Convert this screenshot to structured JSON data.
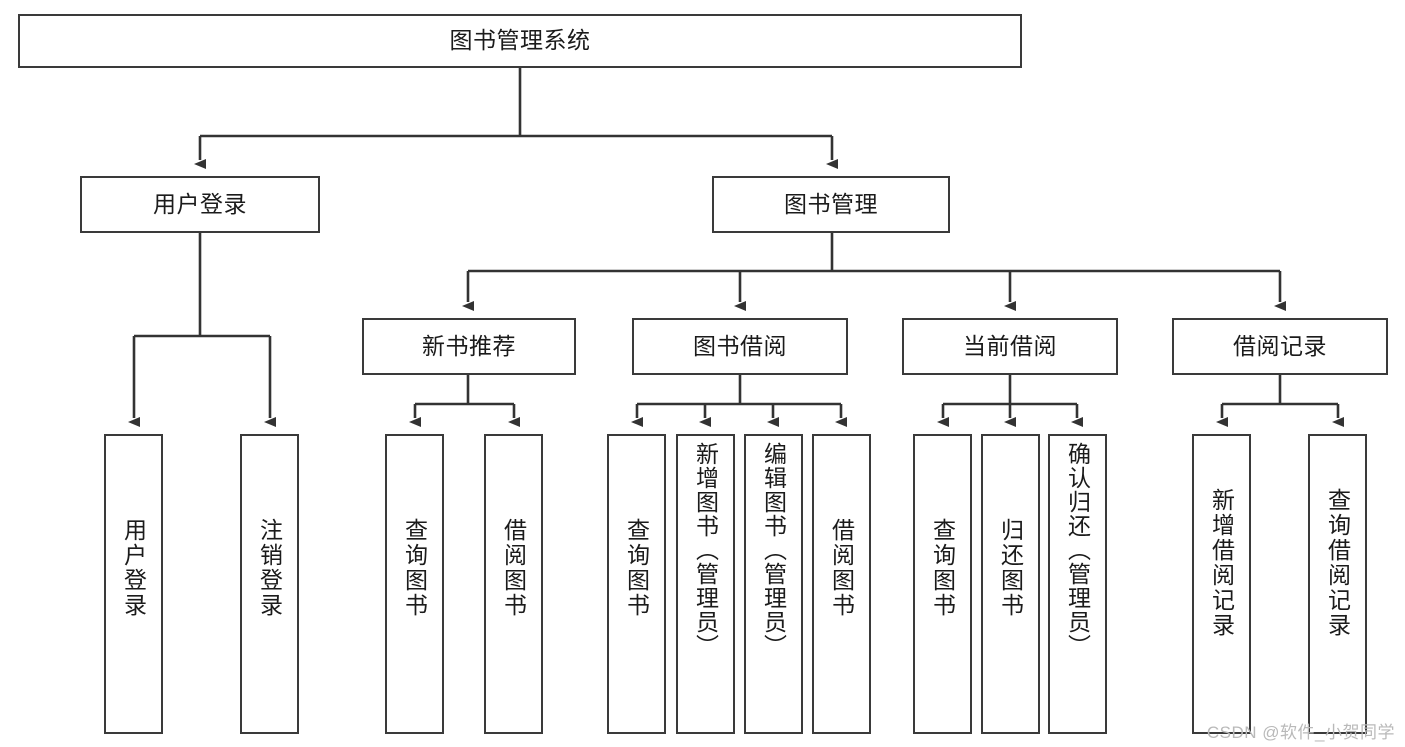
{
  "diagram": {
    "type": "tree-hierarchy",
    "title": "图书管理系统",
    "levels": 4,
    "root": {
      "id": "root",
      "label": "图书管理系统"
    },
    "level2": [
      {
        "id": "user-login",
        "label": "用户登录"
      },
      {
        "id": "book-management",
        "label": "图书管理"
      }
    ],
    "level3": [
      {
        "id": "new-book-recommend",
        "label": "新书推荐",
        "parent": "book-management"
      },
      {
        "id": "book-borrow",
        "label": "图书借阅",
        "parent": "book-management"
      },
      {
        "id": "current-borrow",
        "label": "当前借阅",
        "parent": "book-management"
      },
      {
        "id": "borrow-record",
        "label": "借阅记录",
        "parent": "book-management"
      }
    ],
    "leaves": [
      {
        "id": "leaf-user-login",
        "label": "用户登录",
        "parent": "user-login"
      },
      {
        "id": "leaf-user-logout",
        "label": "注销登录",
        "parent": "user-login"
      },
      {
        "id": "leaf-query-book-1",
        "label": "查询图书",
        "parent": "new-book-recommend"
      },
      {
        "id": "leaf-borrow-book-1",
        "label": "借阅图书",
        "parent": "new-book-recommend"
      },
      {
        "id": "leaf-query-book-2",
        "label": "查询图书",
        "parent": "book-borrow"
      },
      {
        "id": "leaf-add-book",
        "label": "新增图书（管理员）",
        "parent": "book-borrow"
      },
      {
        "id": "leaf-edit-book",
        "label": "编辑图书（管理员）",
        "parent": "book-borrow"
      },
      {
        "id": "leaf-borrow-book-2",
        "label": "借阅图书",
        "parent": "book-borrow"
      },
      {
        "id": "leaf-query-book-3",
        "label": "查询图书",
        "parent": "current-borrow"
      },
      {
        "id": "leaf-return-book",
        "label": "归还图书",
        "parent": "current-borrow"
      },
      {
        "id": "leaf-confirm-return",
        "label": "确认归还（管理员）",
        "parent": "current-borrow"
      },
      {
        "id": "leaf-add-record",
        "label": "新增借阅记录",
        "parent": "borrow-record"
      },
      {
        "id": "leaf-query-record",
        "label": "查询借阅记录",
        "parent": "borrow-record"
      }
    ],
    "watermark": "CSDN @软件_小贺同学",
    "colors": {
      "box_border": "#3a3a3a",
      "box_fill": "#ffffff",
      "edge": "#333333",
      "text": "#1b1b1b",
      "watermark": "#b9b9b9",
      "background": "#ffffff"
    }
  }
}
